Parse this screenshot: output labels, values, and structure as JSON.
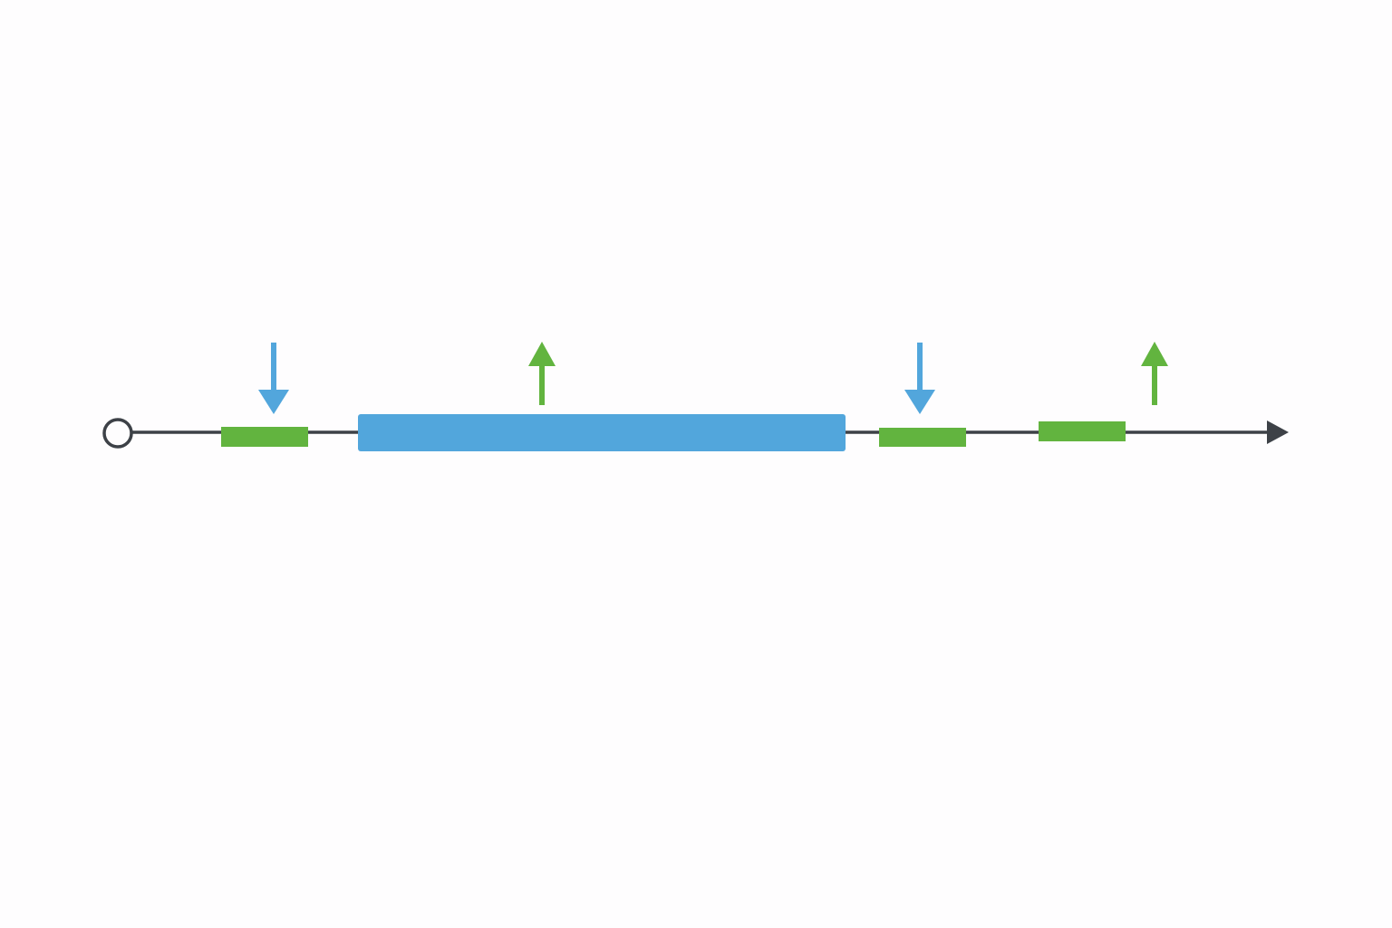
{
  "colors": {
    "background": "#fefdfe",
    "axis": "#3d4147",
    "blue": "#52a6dc",
    "green": "#62b43f"
  },
  "timeline": {
    "start_marker": "open-circle",
    "end_marker": "arrowhead",
    "segments": [
      {
        "name": "segment-1",
        "color": "green"
      },
      {
        "name": "segment-2",
        "color": "blue"
      },
      {
        "name": "segment-3",
        "color": "green"
      },
      {
        "name": "segment-4",
        "color": "green"
      }
    ],
    "arrows": [
      {
        "name": "arrow-1",
        "direction": "down",
        "color": "blue"
      },
      {
        "name": "arrow-2",
        "direction": "up",
        "color": "green"
      },
      {
        "name": "arrow-3",
        "direction": "down",
        "color": "blue"
      },
      {
        "name": "arrow-4",
        "direction": "up",
        "color": "green"
      }
    ]
  }
}
